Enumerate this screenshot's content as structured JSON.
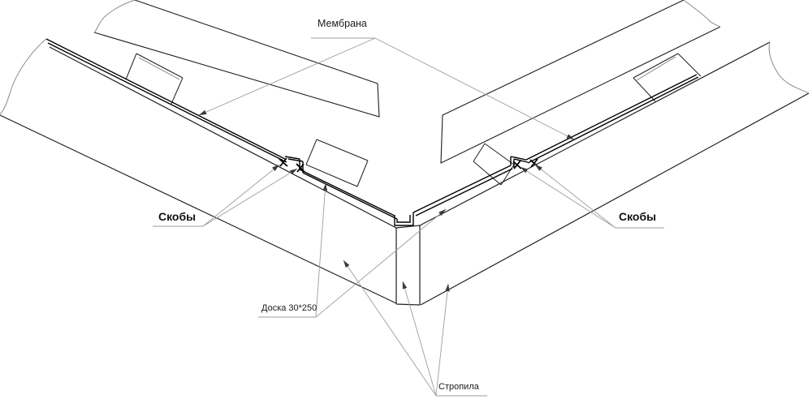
{
  "drawing": {
    "labels": {
      "membrane": "Мембрана",
      "staples_left": "Скобы",
      "staples_right": "Скобы",
      "board": "Доска 30*250",
      "rafters": "Стропила"
    },
    "colors": {
      "background": "#ffffff",
      "main_line": "#1f1f1f",
      "membrane_line": "#000000",
      "break_line": "#8a8a8a",
      "leader_line": "#9e9e9e",
      "arrow": "#3a3a3a"
    }
  }
}
